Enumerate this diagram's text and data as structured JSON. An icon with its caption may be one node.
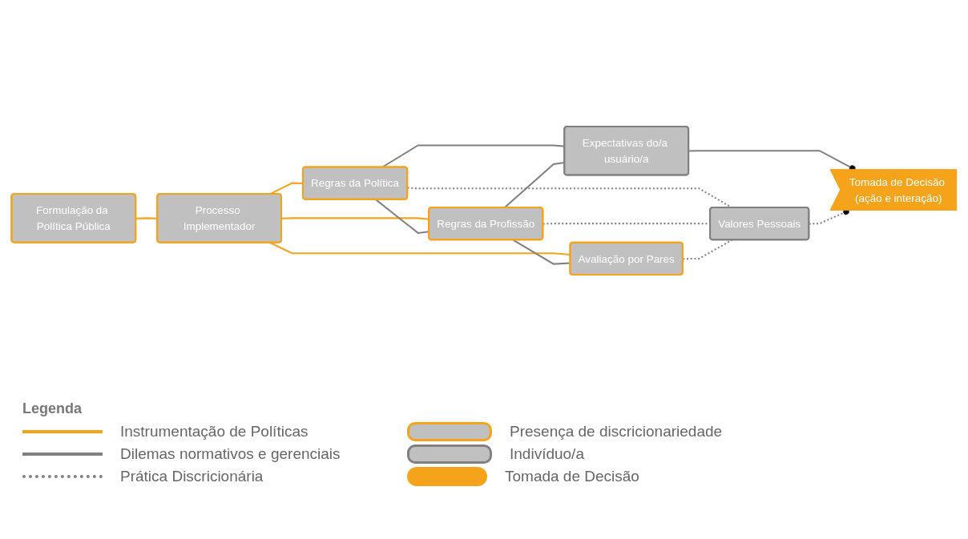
{
  "diagram": {
    "nodes": [
      {
        "text": [
          "Formulação da Política Pública"
        ]
      },
      {
        "text": [
          "Processo Implementador"
        ]
      },
      {
        "text": [
          "Regras da Política"
        ]
      },
      {
        "text": [
          "Regras da Profissão"
        ]
      },
      {
        "text": [
          "Avaliação por Pares"
        ]
      },
      {
        "text": [
          "Expectativas do/a usuário/a"
        ]
      },
      {
        "text": [
          "Valores Pessoais"
        ]
      },
      {
        "text": [
          "Tomada de Decisão (ação e interação)"
        ]
      }
    ],
    "edges": [
      {
        "from": 0,
        "to": 1,
        "arrow": "none",
        "color": "#f5a31a"
      },
      {
        "from": 1,
        "to": 2,
        "arrow": "none",
        "color": "#f5a31a"
      },
      {
        "from": 1,
        "to": 3,
        "arrow": "none",
        "color": "#f5a31a"
      },
      {
        "from": 1,
        "to": 4,
        "arrow": "none",
        "color": "#f5a31a"
      },
      {
        "from": 2,
        "to": 3,
        "arrow": "none"
      },
      {
        "from": 3,
        "to": 4,
        "arrow": "none"
      },
      {
        "from": 2,
        "to": 5,
        "arrow": "none"
      },
      {
        "from": 3,
        "to": 5,
        "arrow": "none"
      },
      {
        "from": 2,
        "to": 6,
        "arrow": "none",
        "style": "dashed"
      },
      {
        "from": 3,
        "to": 6,
        "arrow": "none",
        "style": "dashed"
      },
      {
        "from": 4,
        "to": 6,
        "arrow": "none",
        "style": "dashed"
      },
      {
        "from": 5,
        "to": 7,
        "arrow": "other"
      },
      {
        "from": 6,
        "to": 7,
        "arrow": "other",
        "style": "dashed"
      }
    ],
    "labels": [
      "Legenda"
    ],
    "legend": [
      {
        "text": "Instrumentação de Políticas"
      },
      {
        "text": "Dilemas normativos e gerenciais"
      },
      {
        "text": "Prática Discricionária"
      },
      {
        "text": "Presença de discricionariedade"
      },
      {
        "text": "Indivíduo/a"
      },
      {
        "text": "Tomada de Decisão",
        "color": "#f5a31a"
      }
    ]
  }
}
